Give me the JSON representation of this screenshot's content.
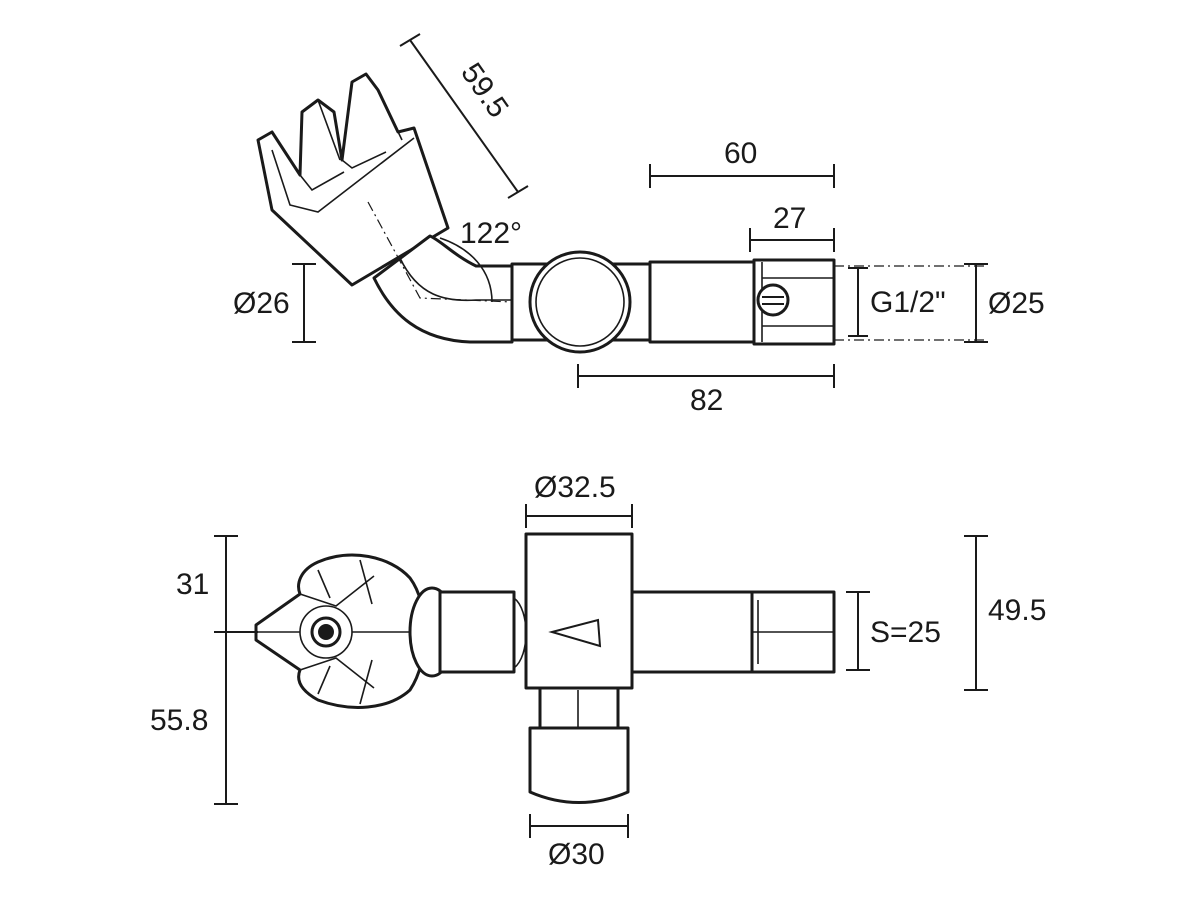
{
  "top_view": {
    "dim_length_angled": "59.5",
    "dim_angle": "122°",
    "dim_dia_arm": "Ø26",
    "dim_60": "60",
    "dim_27": "27",
    "dim_thread": "G1/2\"",
    "dim_dia_25": "Ø25",
    "dim_82": "82"
  },
  "front_view": {
    "dim_dia_body": "Ø32.5",
    "dim_31": "31",
    "dim_55_8": "55.8",
    "dim_hex": "S=25",
    "dim_49_5": "49.5",
    "dim_dia_30": "Ø30"
  }
}
